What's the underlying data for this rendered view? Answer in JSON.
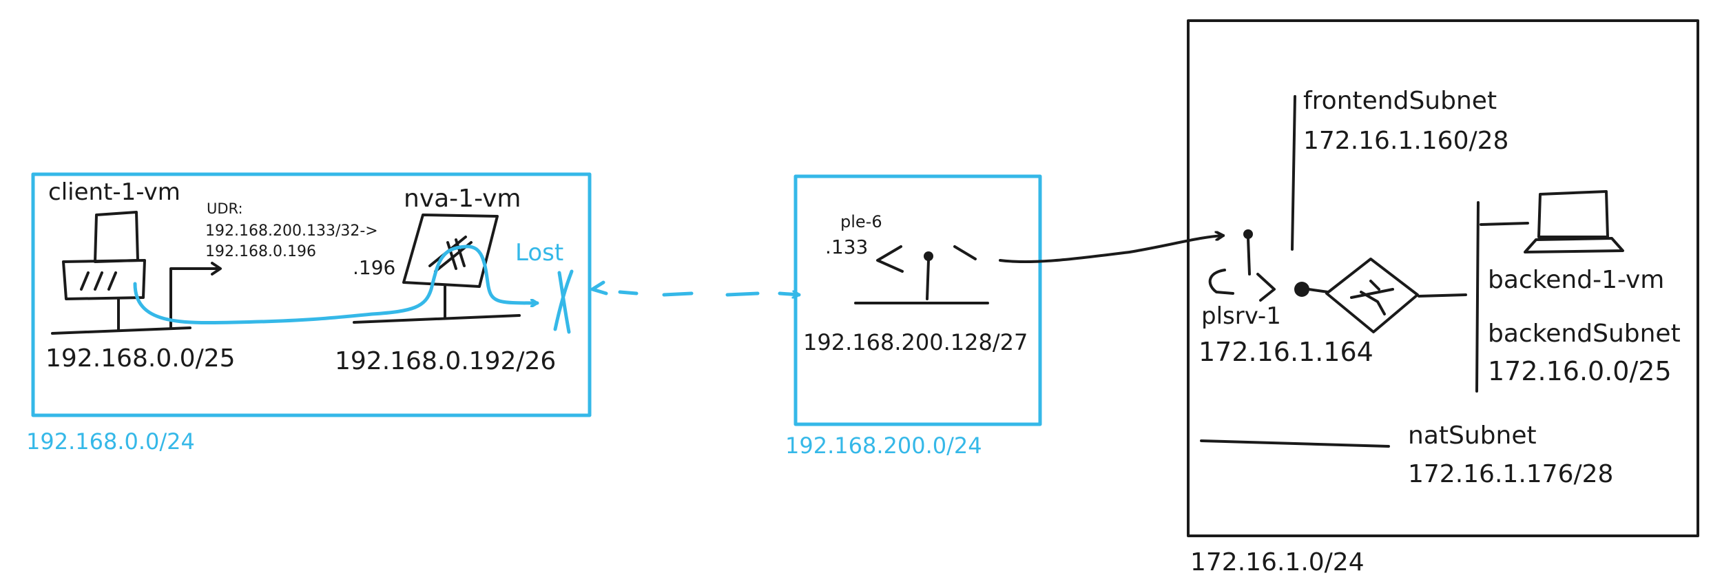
{
  "colors": {
    "ink": "#1a1a1a",
    "accent": "#35b8e8"
  },
  "client_vnet": {
    "cidr": "192.168.0.0/24",
    "client_vm": {
      "name": "client-1-vm",
      "subnet": "192.168.0.0/25"
    },
    "udr": {
      "title": "UDR:",
      "route": "192.168.200.133/32->",
      "next_hop": "192.168.0.196"
    },
    "nva_vm": {
      "name": "nva-1-vm",
      "ip_suffix": ".196",
      "subnet": "192.168.0.192/26"
    },
    "lost_label": "Lost"
  },
  "pe_vnet": {
    "cidr": "192.168.200.0/24",
    "endpoint": {
      "name": "ple-6",
      "ip_suffix": ".133",
      "subnet": "192.168.200.128/27"
    }
  },
  "service_vnet": {
    "cidr": "172.16.1.0/24",
    "frontend": {
      "name": "frontendSubnet",
      "cidr": "172.16.1.160/28"
    },
    "pls": {
      "name": "plsrv-1",
      "ip": "172.16.1.164"
    },
    "backend": {
      "vm": "backend-1-vm",
      "name": "backendSubnet",
      "cidr": "172.16.0.0/25"
    },
    "nat": {
      "name": "natSubnet",
      "cidr": "172.16.1.176/28"
    }
  },
  "icons": [
    "monitor-icon",
    "nva-icon",
    "private-endpoint-icon",
    "load-balancer-icon",
    "laptop-icon"
  ]
}
